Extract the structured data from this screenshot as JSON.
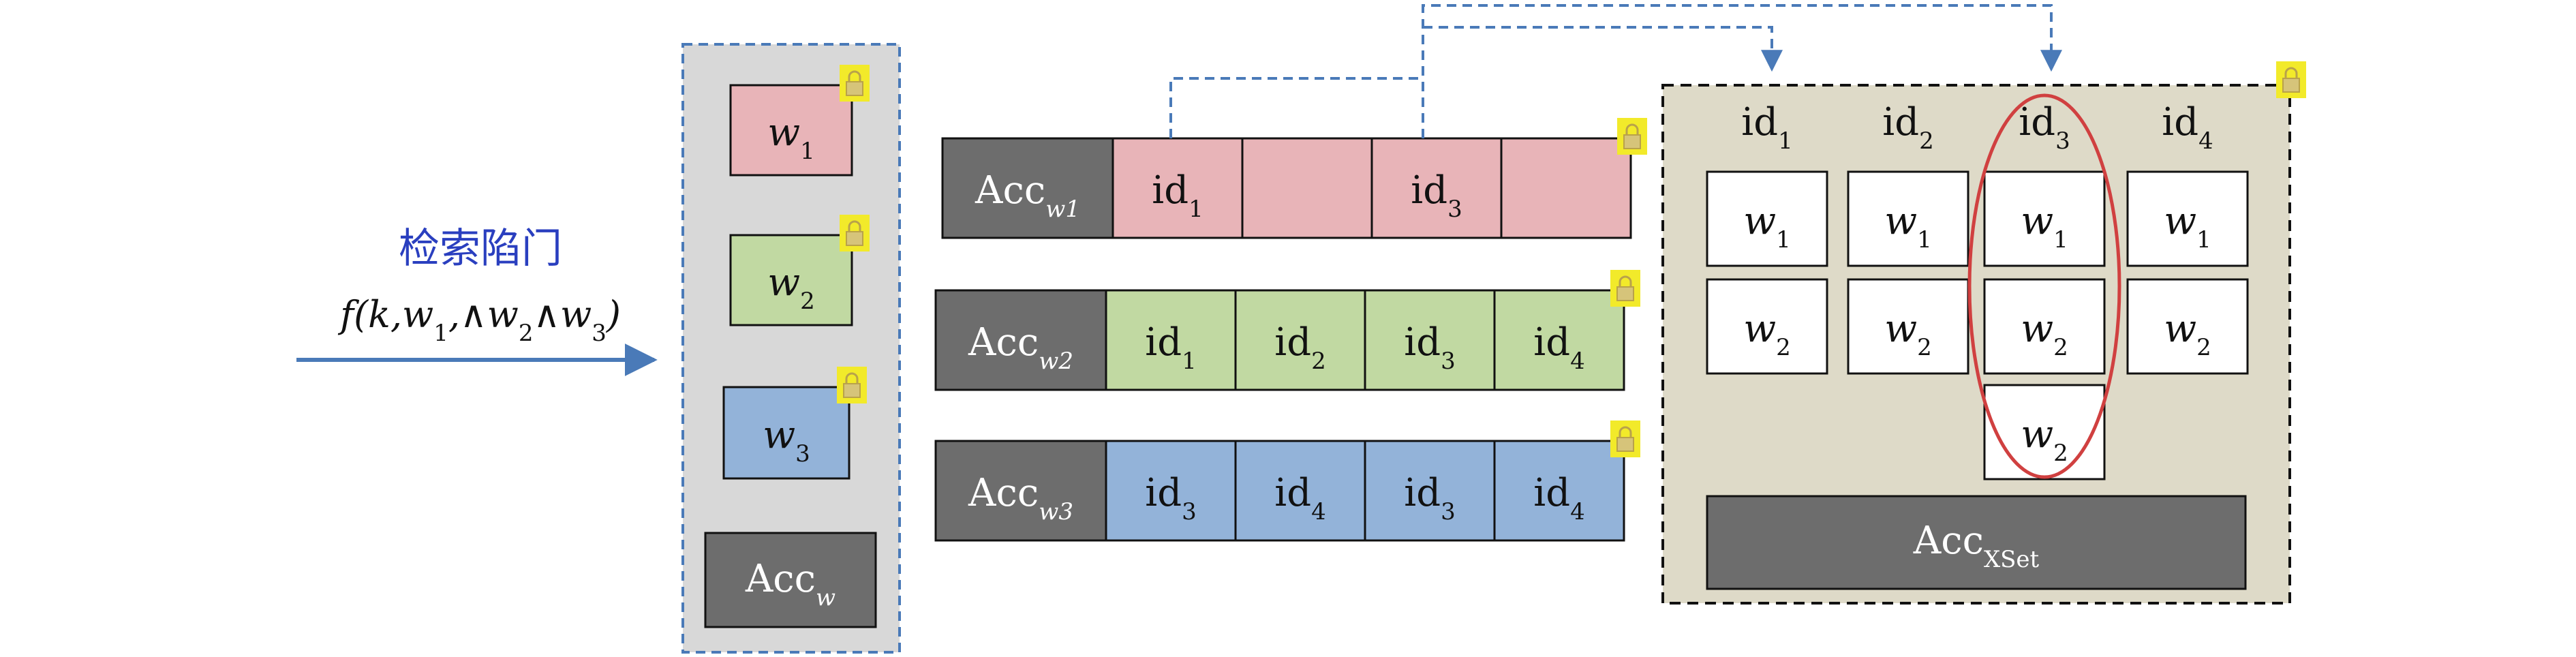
{
  "trapdoor": {
    "label": "检索陷门",
    "formula_parts": [
      "f(k,w",
      "1",
      ",∧w",
      "2",
      "∧w",
      "3",
      ")"
    ]
  },
  "trapdoor_panel": {
    "keywords": [
      {
        "base": "w",
        "sub": "1",
        "color": "#e8b4b8"
      },
      {
        "base": "w",
        "sub": "2",
        "color": "#c1d9a2"
      },
      {
        "base": "w",
        "sub": "3",
        "color": "#93b3d9"
      }
    ],
    "acc": {
      "base": "Acc",
      "sub": "w"
    }
  },
  "rows": [
    {
      "acc": {
        "base": "Acc",
        "sub": "w1"
      },
      "color": "#e8b4b8",
      "cells": [
        {
          "base": "id",
          "sub": "1"
        },
        {
          "base": "",
          "sub": ""
        },
        {
          "base": "id",
          "sub": "3"
        },
        {
          "base": "",
          "sub": ""
        }
      ]
    },
    {
      "acc": {
        "base": "Acc",
        "sub": "w2"
      },
      "color": "#c1d9a2",
      "cells": [
        {
          "base": "id",
          "sub": "1"
        },
        {
          "base": "id",
          "sub": "2"
        },
        {
          "base": "id",
          "sub": "3"
        },
        {
          "base": "id",
          "sub": "4"
        }
      ]
    },
    {
      "acc": {
        "base": "Acc",
        "sub": "w3"
      },
      "color": "#93b3d9",
      "cells": [
        {
          "base": "id",
          "sub": "3"
        },
        {
          "base": "id",
          "sub": "4"
        },
        {
          "base": "id",
          "sub": "3"
        },
        {
          "base": "id",
          "sub": "4"
        }
      ]
    }
  ],
  "xset_panel": {
    "ids": [
      {
        "base": "id",
        "sub": "1"
      },
      {
        "base": "id",
        "sub": "2"
      },
      {
        "base": "id",
        "sub": "3"
      },
      {
        "base": "id",
        "sub": "4"
      }
    ],
    "columns": [
      [
        {
          "base": "w",
          "sub": "1"
        },
        {
          "base": "w",
          "sub": "2"
        }
      ],
      [
        {
          "base": "w",
          "sub": "1"
        },
        {
          "base": "w",
          "sub": "2"
        }
      ],
      [
        {
          "base": "w",
          "sub": "1"
        },
        {
          "base": "w",
          "sub": "2"
        },
        {
          "base": "w",
          "sub": "2"
        }
      ],
      [
        {
          "base": "w",
          "sub": "1"
        },
        {
          "base": "w",
          "sub": "2"
        }
      ]
    ],
    "acc": {
      "base": "Acc",
      "sub": "XSet"
    },
    "highlight_column": 2
  },
  "icons": {
    "lock": "lock-icon"
  },
  "colors": {
    "accent_blue": "#4a7ab8",
    "dark_cell": "#6d6d6d",
    "panel_gray": "#d8d8d8",
    "panel_beige": "#dedac8",
    "highlight_red": "#d04040",
    "lock_yellow": "#f2ea2a"
  }
}
